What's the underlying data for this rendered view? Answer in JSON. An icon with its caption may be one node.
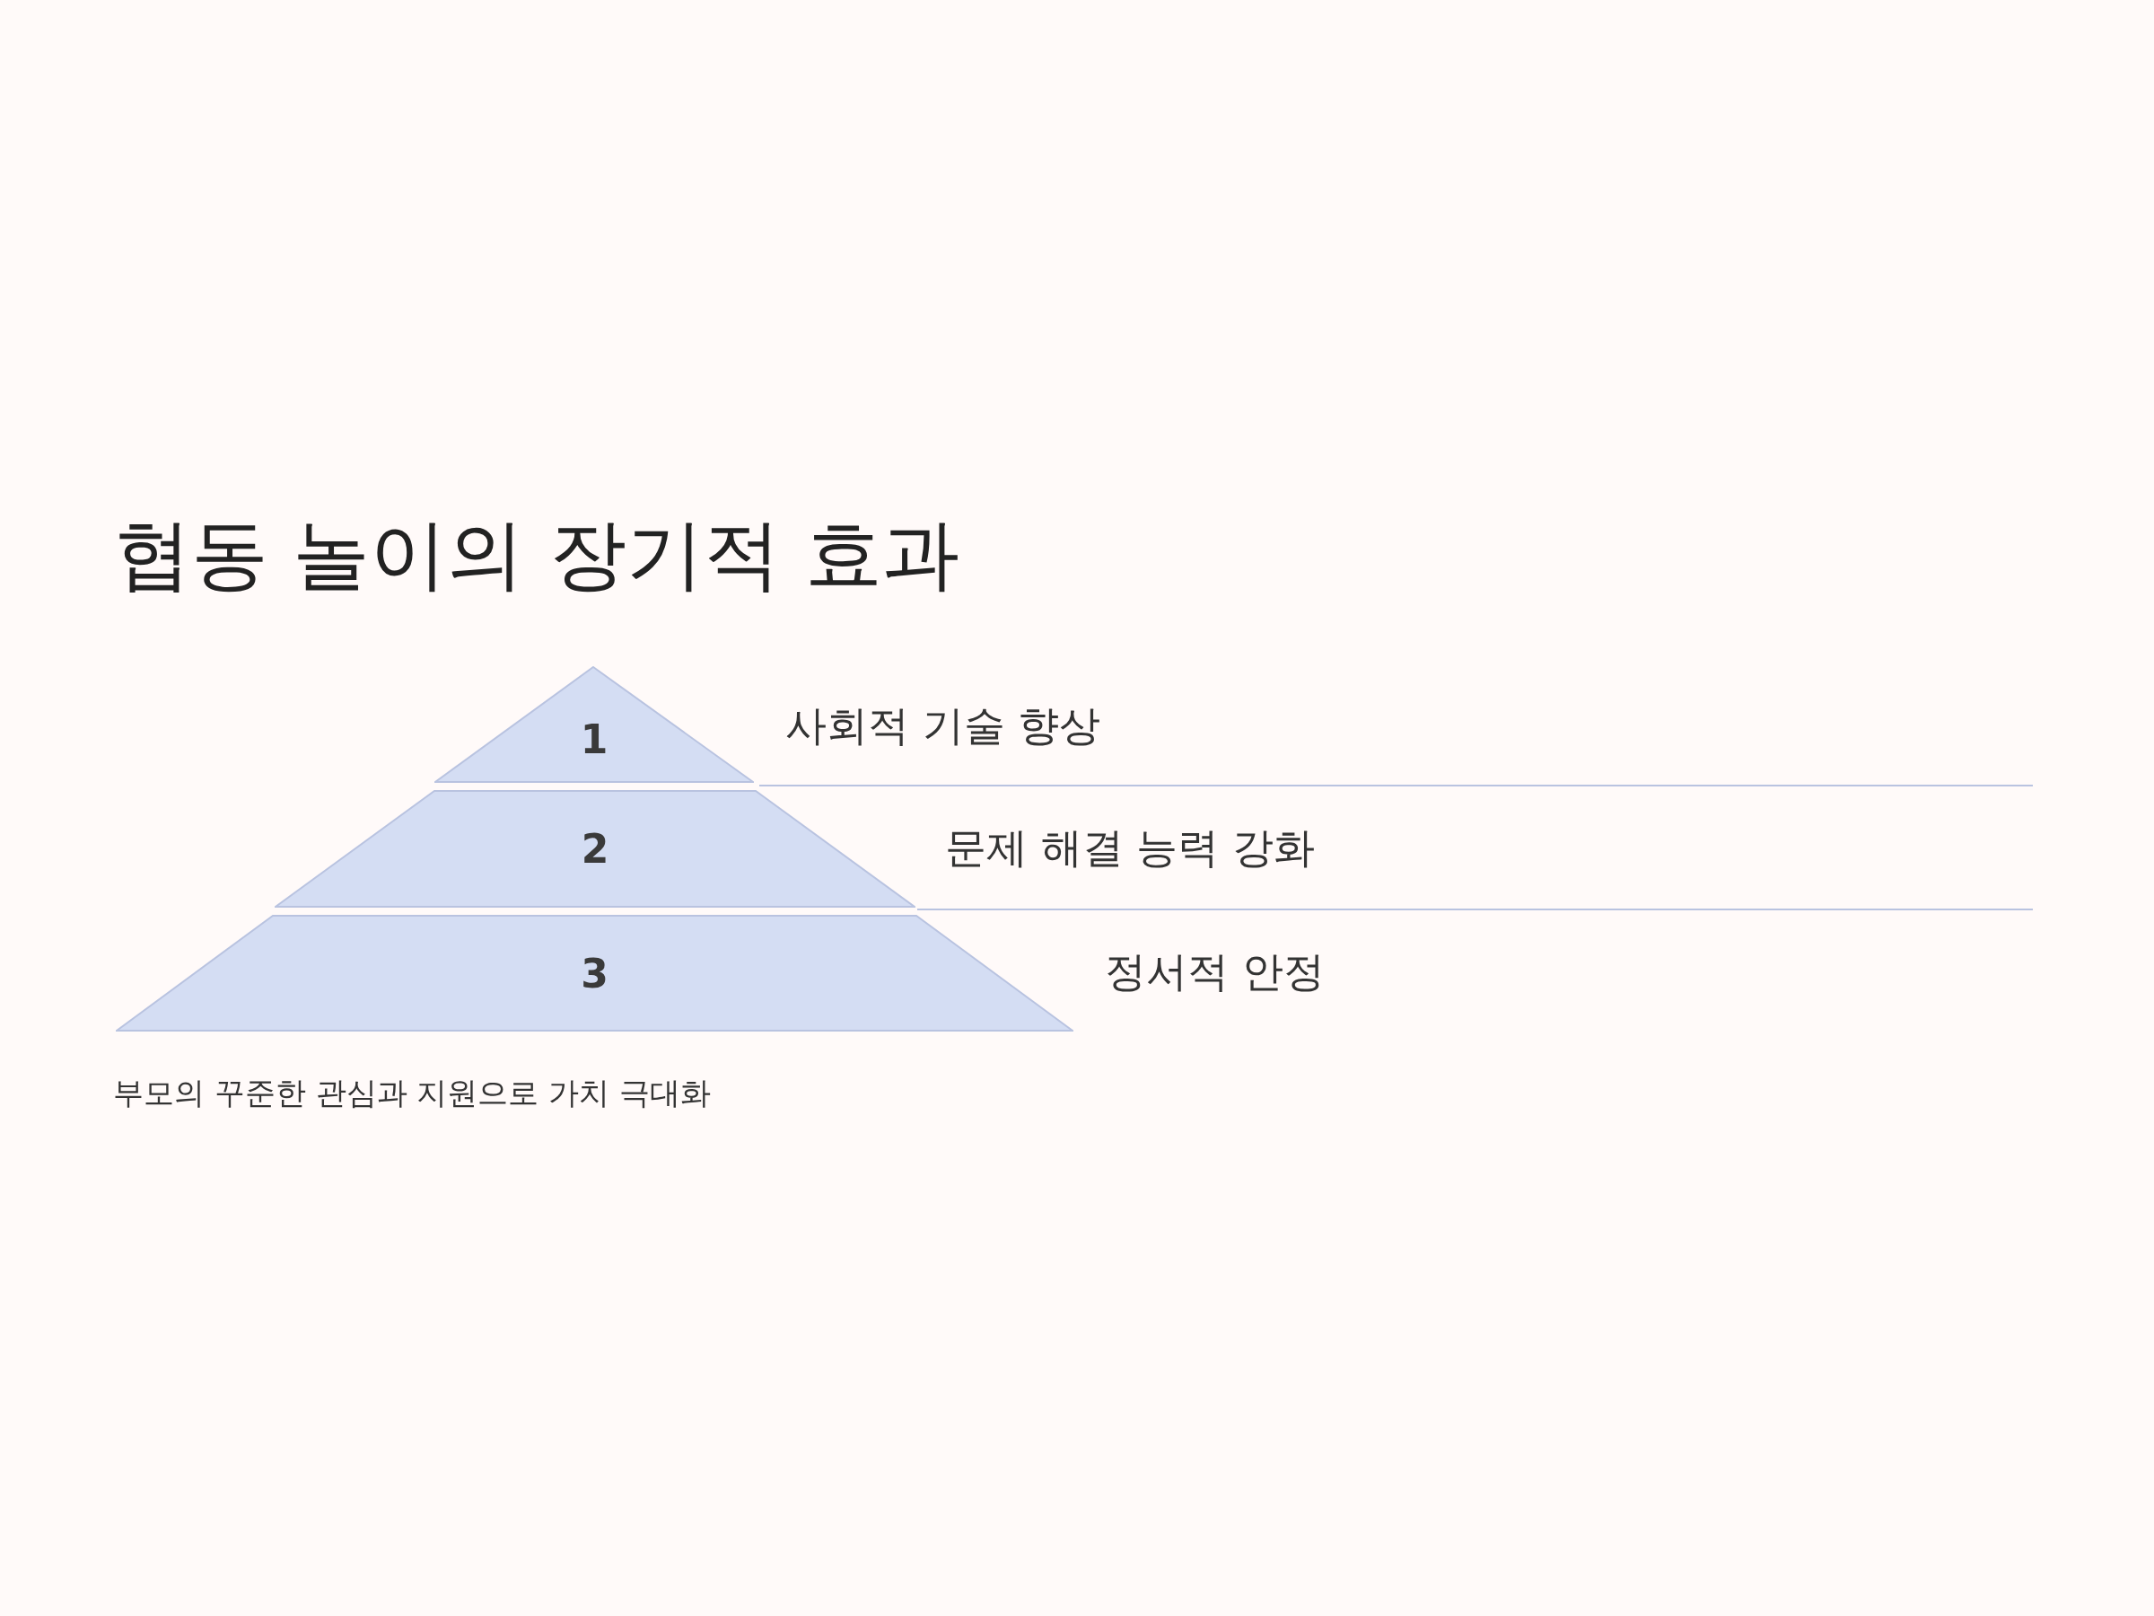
{
  "diagram": {
    "title": "협동 놀이의 장기적 효과",
    "nodes": [
      {
        "text": [
          "1"
        ],
        "beside": [
          "사회적 기술 향상"
        ]
      },
      {
        "text": [
          "2"
        ],
        "beside": [
          "문제 해결 능력 강화"
        ]
      },
      {
        "text": [
          "3"
        ],
        "beside": [
          "정서적 안정"
        ]
      }
    ],
    "caption": "부모의 꾸준한 관심과 지원으로 가치 극대화"
  }
}
